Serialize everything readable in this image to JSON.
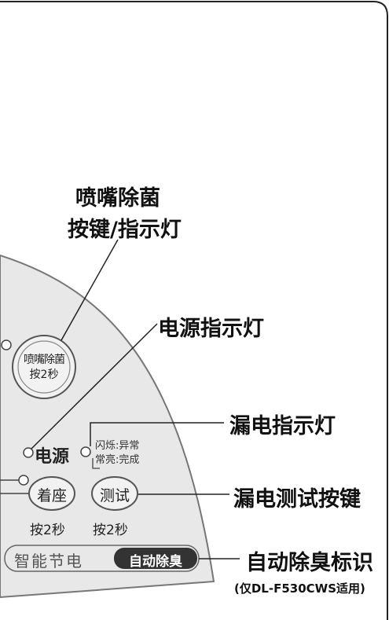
{
  "labels": {
    "nozzle_title_line1": "喷嘴除菌",
    "nozzle_title_line2": "按键/指示灯",
    "power_indicator": "电源指示灯",
    "leak_indicator": "漏电指示灯",
    "leak_test_button": "漏电测试按键",
    "auto_deodor_label": "自动除臭标识",
    "auto_deodor_note": "(仅DL-F530CWS适用)"
  },
  "panel": {
    "nozzle_btn_line1": "喷嘴除菌",
    "nozzle_btn_line2": "按2秒",
    "power_text": "电源",
    "leak_status_line1": "闪烁:异常",
    "leak_status_line2": "常亮:完成",
    "seat_button": "着座",
    "test_button": "测试",
    "seat_hold": "按2秒",
    "test_hold": "按2秒",
    "smart_saving": "智能节电",
    "auto_deodor_badge": "自动除臭"
  },
  "colors": {
    "panel_fill": "#e8e8e8",
    "panel_stroke": "#777777",
    "button_fill": "#f2f2f2",
    "badge_fill": "#333333"
  }
}
